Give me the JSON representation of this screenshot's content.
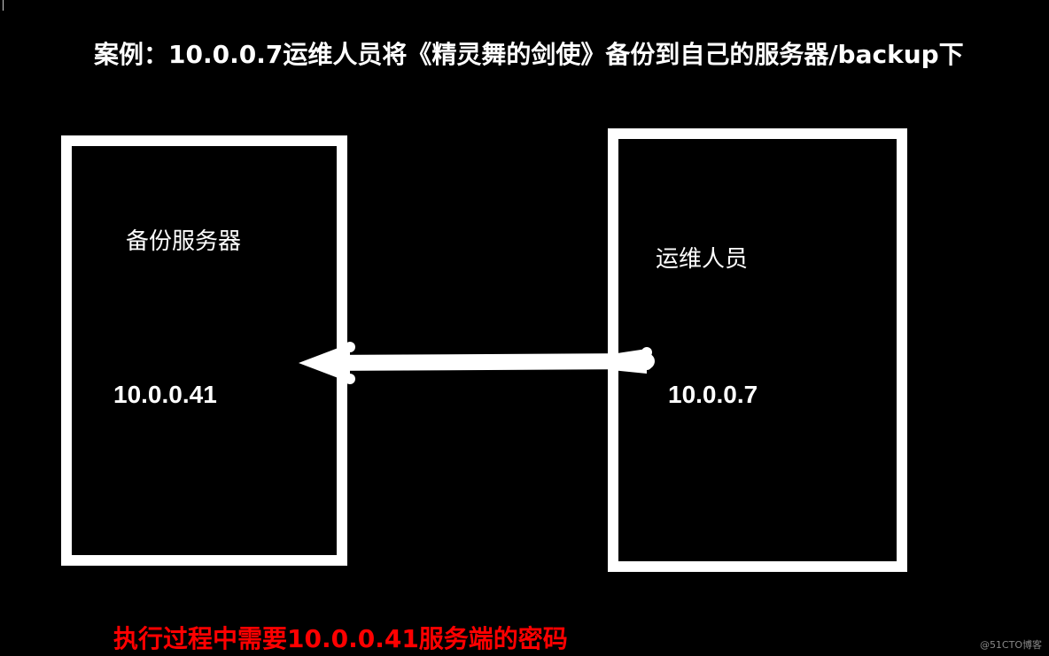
{
  "title": "案例：10.0.0.7运维人员将《精灵舞的剑使》备份到自己的服务器/backup下",
  "nodes": [
    {
      "label": "备份服务器",
      "ip": "10.0.0.41"
    },
    {
      "label": "运维人员",
      "ip": "10.0.0.7"
    }
  ],
  "edge": {
    "from": "运维人员",
    "to": "备份服务器",
    "direction": "right-to-left"
  },
  "note": "执行过程中需要10.0.0.41服务端的密码",
  "colors": {
    "background": "#000000",
    "foreground": "#ffffff",
    "note": "#ff0000"
  },
  "watermark": "@51CTO博客"
}
